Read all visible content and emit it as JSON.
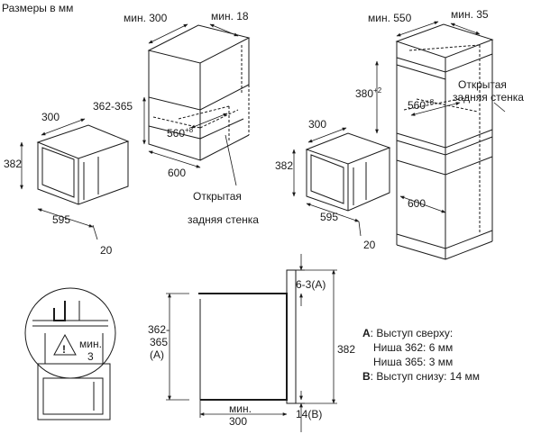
{
  "title": "Размеры в мм",
  "fig1": {
    "min_300": "мин. 300",
    "min_18": "мин. 18",
    "h_362_365": "362-365",
    "depth_560": "560",
    "depth_sup": "+8",
    "width_600": "600",
    "rear_label": [
      "Открытая",
      "задняя стенка"
    ],
    "app_depth_300": "300",
    "app_h_382": "382",
    "app_w_595": "595",
    "app_20": "20"
  },
  "fig2": {
    "min_550": "мин. 550",
    "min_35": "мин. 35",
    "h_380": "380",
    "h_sup": "+2",
    "depth_560": "560",
    "depth_sup": "+8",
    "rear_label": [
      "Открытая",
      "задняя стенка"
    ],
    "width_600": "600",
    "app_depth_300": "300",
    "app_h_382": "382",
    "app_w_595": "595",
    "app_20": "20"
  },
  "detail": {
    "min_label": "мин.",
    "min_value": "3"
  },
  "section": {
    "top_offset": "6-3",
    "top_marker": "(А)",
    "h_label": [
      "362-",
      "365",
      "(А)"
    ],
    "total_382": "382",
    "min_label": "мин.",
    "min_300": "300",
    "bottom_14": "14",
    "bottom_marker": "(B)"
  },
  "legend": [
    {
      "key": "А",
      "text": ": Выступ сверху:"
    },
    {
      "key": "",
      "text": "Ниша 362: 6 мм"
    },
    {
      "key": "",
      "text": "Ниша 365: 3 мм"
    },
    {
      "key": "B",
      "text": ": Выступ снизу: 14 мм"
    }
  ]
}
